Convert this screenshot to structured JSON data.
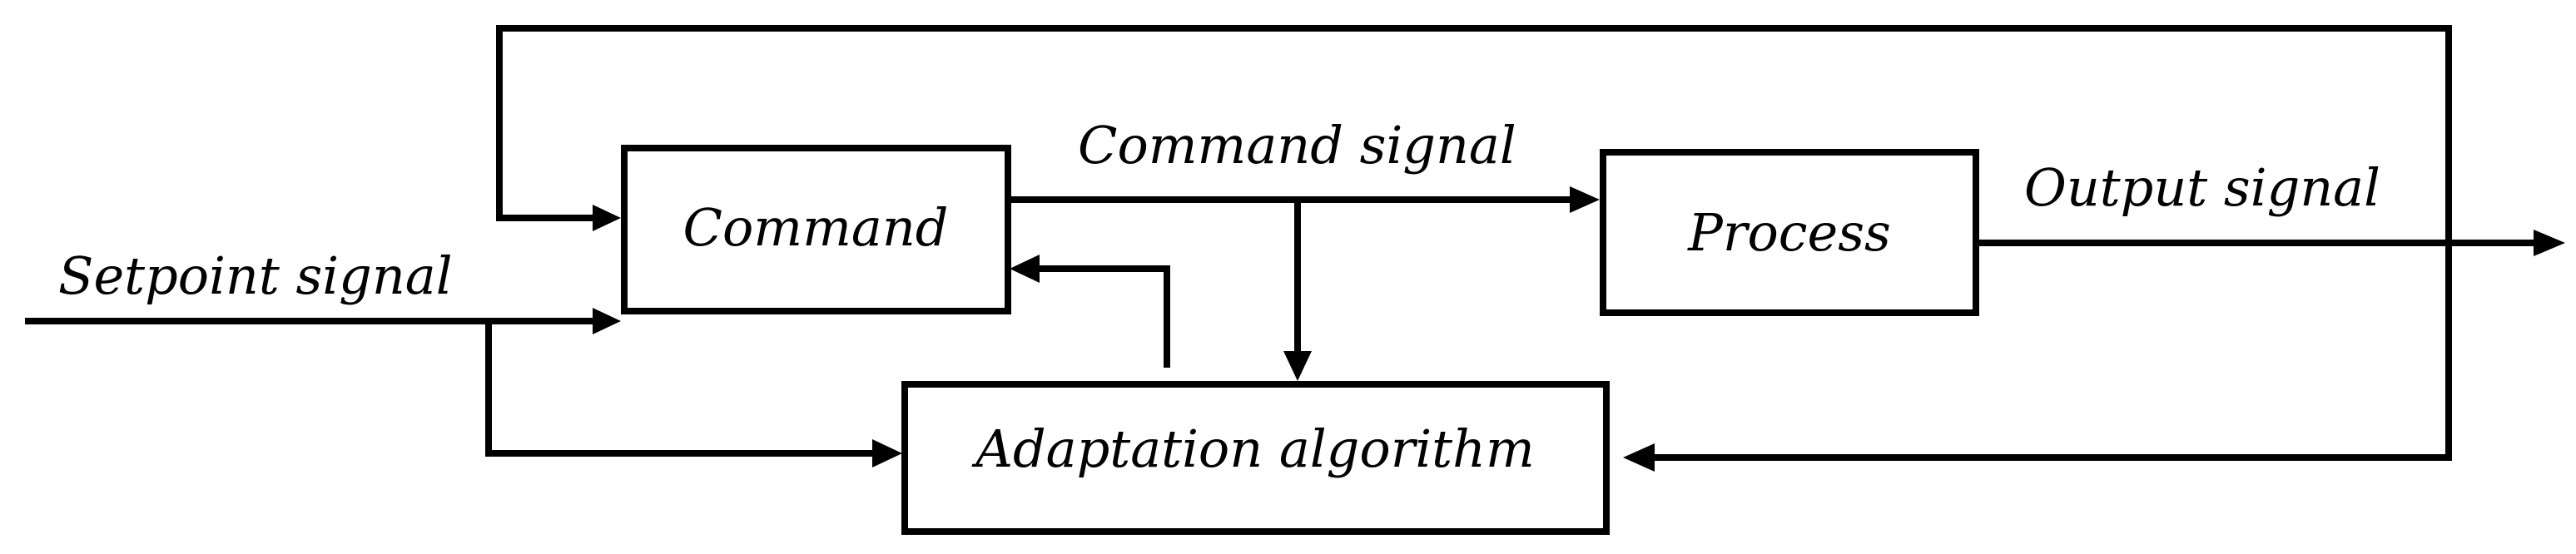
{
  "diagram": {
    "blocks": {
      "command": "Command",
      "process": "Process",
      "adaptation": "Adaptation algorithm"
    },
    "signals": {
      "setpoint": "Setpoint signal",
      "command": "Command signal",
      "output": "Output signal"
    }
  }
}
